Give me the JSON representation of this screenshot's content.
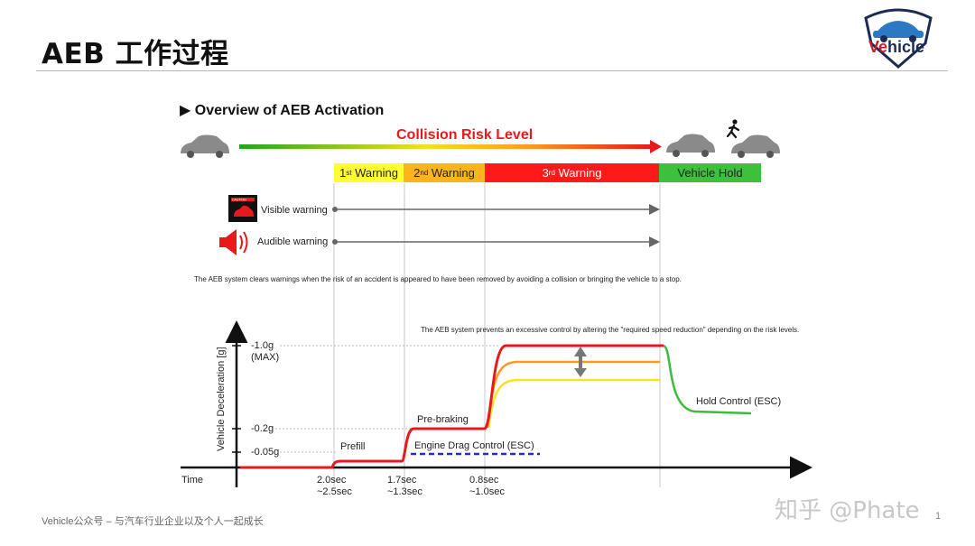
{
  "slide": {
    "title": "AEB 工作过程",
    "logo_text_red": "Ve",
    "logo_text_blue": "hicle",
    "footer": "Vehicle公众号 – 与汽车行业企业以及个人一起成长",
    "watermark": "知乎 @Phate",
    "page_number": "1"
  },
  "overview": {
    "title": "▶ Overview of AEB Activation",
    "risk_label": "Collision Risk Level",
    "warnings": [
      {
        "main": "1",
        "sup": "st",
        "rest": " Warning",
        "color": "#ffff33"
      },
      {
        "main": "2",
        "sup": "nd",
        "rest": " Warning",
        "color": "#ffb41e"
      },
      {
        "main": "3",
        "sup": "rd",
        "rest": " Warning",
        "color": "#ff1a1a"
      },
      {
        "main": "Vehicle Hold",
        "sup": "",
        "rest": "",
        "color": "#3dc13d"
      }
    ],
    "visible_warning": "Visible warning",
    "audible_warning": "Audible warning",
    "caution_icon_text": "CAUTION",
    "clear_note": "The AEB system clears warnings when the risk of an accident is appeared to have been removed by avoiding a collision or bringing the vehicle to a stop."
  },
  "graph": {
    "control_note": "The AEB system prevents an excessive control by altering the \"required speed reduction\" depending on the risk levels.",
    "y_axis_label": "Vehicle Deceleration [g]",
    "x_axis_label": "Time",
    "y_ticks": [
      "-1.0g",
      "(MAX)",
      "-0.2g",
      "-0.05g"
    ],
    "x_ticks": [
      {
        "line1": "2.0sec",
        "line2": "~2.5sec"
      },
      {
        "line1": "1.7sec",
        "line2": "~1.3sec"
      },
      {
        "line1": "0.8sec",
        "line2": "~1.0sec"
      }
    ],
    "phase_labels": {
      "prefill": "Prefill",
      "pre_braking": "Pre-braking",
      "engine_drag": "Engine Drag Control (ESC)",
      "hold_control": "Hold Control (ESC)"
    },
    "colors": {
      "red": "#e8191c",
      "orange": "#ff9a1e",
      "yellow": "#ffe21e",
      "green": "#3dbb3d",
      "blue": "#1e2bd6"
    }
  }
}
